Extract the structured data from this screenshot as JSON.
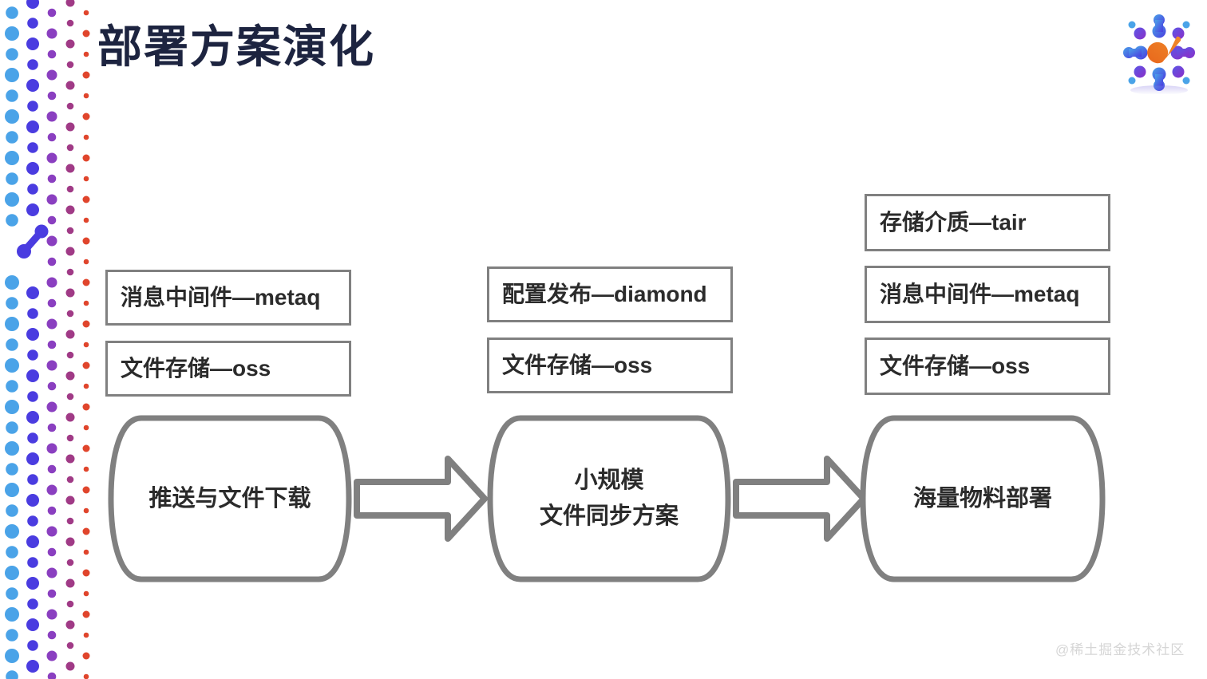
{
  "slide": {
    "title": "部署方案演化",
    "title_color": "#1d2440",
    "background": "#ffffff",
    "watermark": "@稀土掘金技术社区",
    "shape_stroke_color": "#808080",
    "text_color": "#2b2b2b"
  },
  "logo": {
    "name": "atom-burst-logo",
    "colors": [
      "#4aa3e8",
      "#4a3ce0",
      "#7b2fd0",
      "#e8671c"
    ]
  },
  "decor": {
    "name": "dot-pattern-strip",
    "columns": [
      {
        "color": "#4aa3e8",
        "radius": 9
      },
      {
        "color": "#4a3ce0",
        "radius": 8
      },
      {
        "color": "#8a3fc0",
        "radius": 6.5
      },
      {
        "color": "#a03a86",
        "radius": 5.5
      },
      {
        "color": "#e0452c",
        "radius": 4.5
      }
    ]
  },
  "flow": {
    "columns": [
      {
        "id": "stage-1",
        "tags": [
          "消息中间件—metaq",
          "文件存储—oss"
        ],
        "capsule_lines": [
          "推送与文件下载"
        ]
      },
      {
        "id": "stage-2",
        "tags": [
          "配置发布—diamond",
          "文件存储—oss"
        ],
        "capsule_lines": [
          "小规模",
          "文件同步方案"
        ]
      },
      {
        "id": "stage-3",
        "tags": [
          "存储介质—tair",
          "消息中间件—metaq",
          "文件存储—oss"
        ],
        "capsule_lines": [
          "海量物料部署"
        ]
      }
    ],
    "arrows": [
      {
        "from": "stage-1",
        "to": "stage-2"
      },
      {
        "from": "stage-2",
        "to": "stage-3"
      }
    ]
  }
}
